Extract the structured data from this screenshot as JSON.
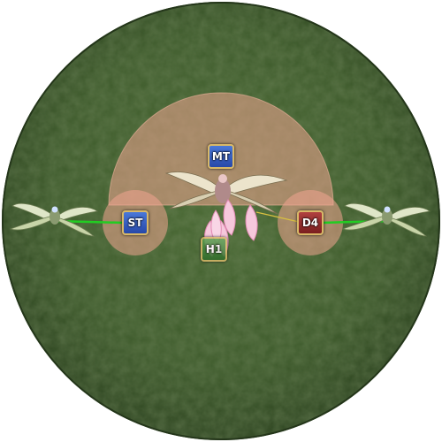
{
  "arena": {
    "floor_color": "#3f5a2c",
    "edge_color": "#2b3f1f",
    "cone_color": "#f1a48f",
    "tether_color": "#22cc22",
    "tether_alt_color": "#d8c040"
  },
  "markers": {
    "mt": "MT",
    "st": "ST",
    "d4": "D4",
    "h1": "H1"
  },
  "icons": {
    "boss": "winged-boss-icon",
    "left_add": "winged-add-icon",
    "right_add": "winged-add-icon",
    "feathers": "pink-feather-icon"
  }
}
